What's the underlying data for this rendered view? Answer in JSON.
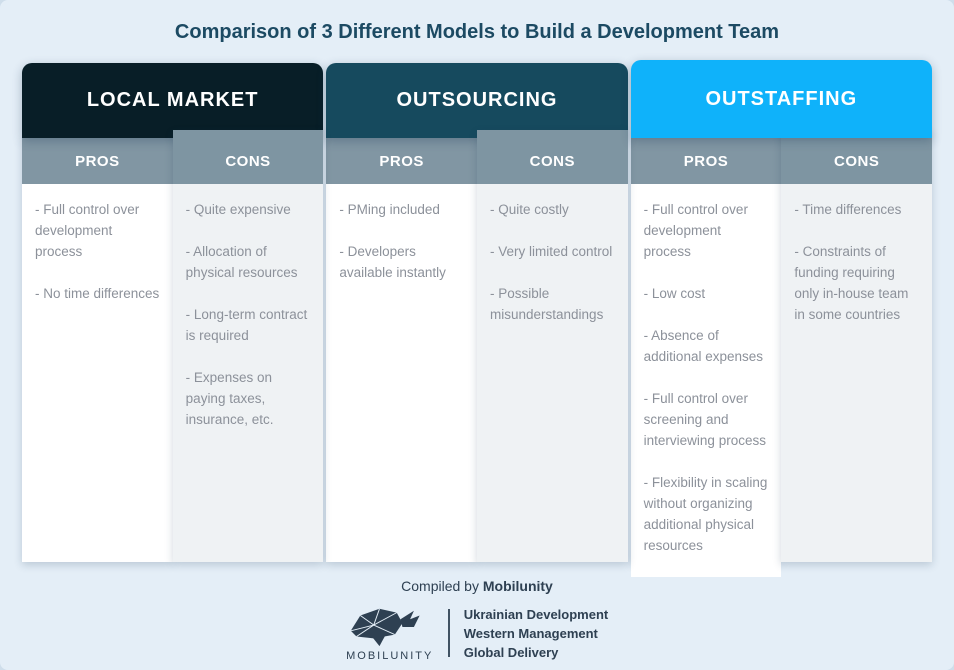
{
  "title": "Comparison of 3 Different Models to Build a Development Team",
  "colors": {
    "page_background": "#e4eef7",
    "title_text": "#1c4a63",
    "local_market_header": "#081e27",
    "outsourcing_header": "#164a5e",
    "outstaffing_header": "#0fb2fa",
    "pros_subheader": "#8196a3",
    "cons_subheader": "#7e95a2",
    "pros_body": "#ffffff",
    "cons_body": "#eff2f4",
    "body_text": "#8c919a",
    "footer_text": "#2e4052"
  },
  "models": [
    {
      "name": "LOCAL MARKET",
      "header_color": "#081e27",
      "pros_label": "PROS",
      "cons_label": "CONS",
      "pros": [
        "- Full control over development process",
        "- No time differences"
      ],
      "cons": [
        "- Quite expensive",
        "- Allocation of physical resources",
        "- Long-term contract is required",
        "- Expenses on paying taxes, insurance, etc."
      ]
    },
    {
      "name": "OUTSOURCING",
      "header_color": "#164a5e",
      "pros_label": "PROS",
      "cons_label": "CONS",
      "pros": [
        "- PMing included",
        "- Developers available instantly"
      ],
      "cons": [
        "- Quite costly",
        "- Very limited control",
        "- Possible misunderstandings"
      ]
    },
    {
      "name": "OUTSTAFFING",
      "header_color": "#0fb2fa",
      "pros_label": "PROS",
      "cons_label": "CONS",
      "pros": [
        "- Full control over development process",
        "- Low cost",
        "- Absence of additional expenses",
        "- Full control over screening and interviewing process",
        "- Flexibility in scaling without organizing additional physical resources"
      ],
      "cons": [
        "- Time differences",
        "- Constraints of funding requiring only in-house team in some countries"
      ]
    }
  ],
  "footer": {
    "compiled_prefix": "Compiled by",
    "compiled_brand": "Mobilunity",
    "logo_text": "MOBILUNITY",
    "tagline_lines": [
      "Ukrainian Development",
      "Western Management",
      "Global Delivery"
    ]
  },
  "chart_data": {
    "type": "table",
    "title": "Comparison of 3 Different Models to Build a Development Team",
    "columns": [
      "LOCAL MARKET — PROS",
      "LOCAL MARKET — CONS",
      "OUTSOURCING — PROS",
      "OUTSOURCING — CONS",
      "OUTSTAFFING — PROS",
      "OUTSTAFFING — CONS"
    ],
    "cells": [
      [
        "Full control over development process",
        "No time differences"
      ],
      [
        "Quite expensive",
        "Allocation of physical resources",
        "Long-term contract is required",
        "Expenses on paying taxes, insurance, etc."
      ],
      [
        "PMing included",
        "Developers available instantly"
      ],
      [
        "Quite costly",
        "Very limited control",
        "Possible misunderstandings"
      ],
      [
        "Full control over development process",
        "Low cost",
        "Absence of additional expenses",
        "Full control over screening and interviewing process",
        "Flexibility in scaling without organizing additional physical resources"
      ],
      [
        "Time differences",
        "Constraints of funding requiring only in-house team in some countries"
      ]
    ]
  }
}
